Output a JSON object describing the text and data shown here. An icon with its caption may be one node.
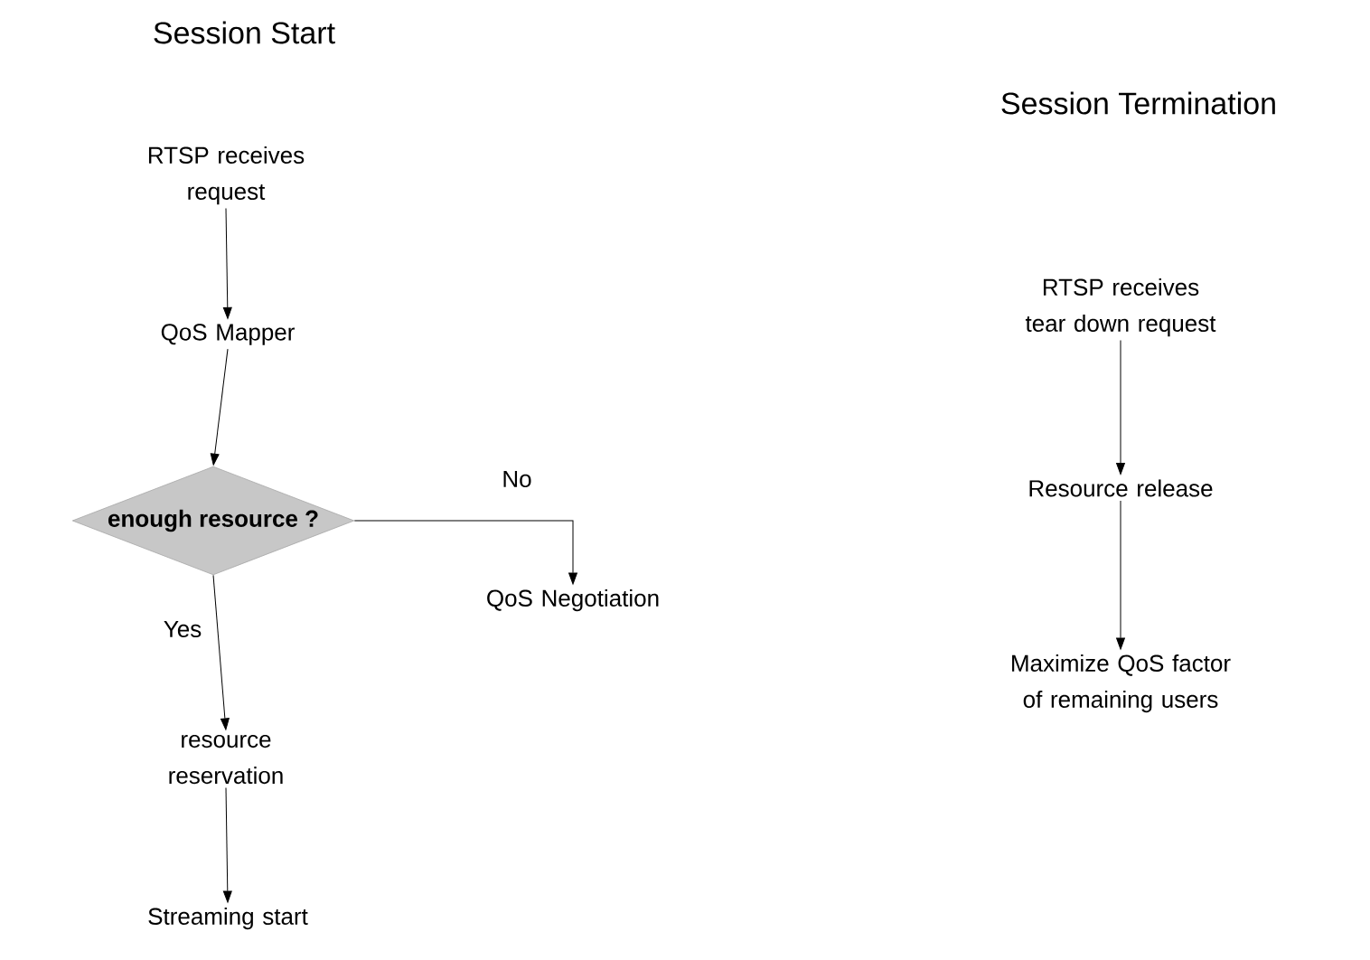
{
  "diagram": {
    "nodes": [
      {
        "text": [
          "RTSP receives request"
        ]
      },
      {
        "text": [
          "QoS Mapper"
        ]
      },
      {
        "text": [
          "enough resource ?"
        ]
      },
      {
        "text": [
          "QoS Negotiation"
        ]
      },
      {
        "text": [
          "resource reservation"
        ]
      },
      {
        "text": [
          "Streaming start"
        ]
      },
      {
        "text": [
          "RTSP receives tear down request"
        ]
      },
      {
        "text": [
          "Resource release"
        ]
      },
      {
        "text": [
          "Maximize QoS factor of remaining users"
        ]
      }
    ],
    "edges": [
      {
        "from": 0,
        "to": 1,
        "arrow": "to"
      },
      {
        "from": 1,
        "to": 2,
        "arrow": "to"
      },
      {
        "from": 2,
        "to": 3,
        "arrow": "to",
        "label": "No"
      },
      {
        "from": 2,
        "to": 4,
        "arrow": "to",
        "label": "Yes"
      },
      {
        "from": 4,
        "to": 5,
        "arrow": "to"
      },
      {
        "from": 6,
        "to": 7,
        "arrow": "to"
      },
      {
        "from": 7,
        "to": 8,
        "arrow": "to"
      }
    ],
    "labels": [
      "Session Start",
      "Session Termination"
    ]
  }
}
